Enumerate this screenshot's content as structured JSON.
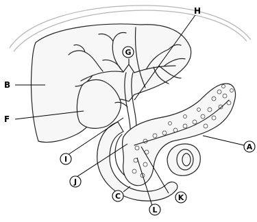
{
  "labels": {
    "A": "A",
    "B": "B",
    "C": "C",
    "F": "F",
    "G": "G",
    "H": "H",
    "I": "I",
    "J": "J",
    "K": "K",
    "L": "L"
  }
}
